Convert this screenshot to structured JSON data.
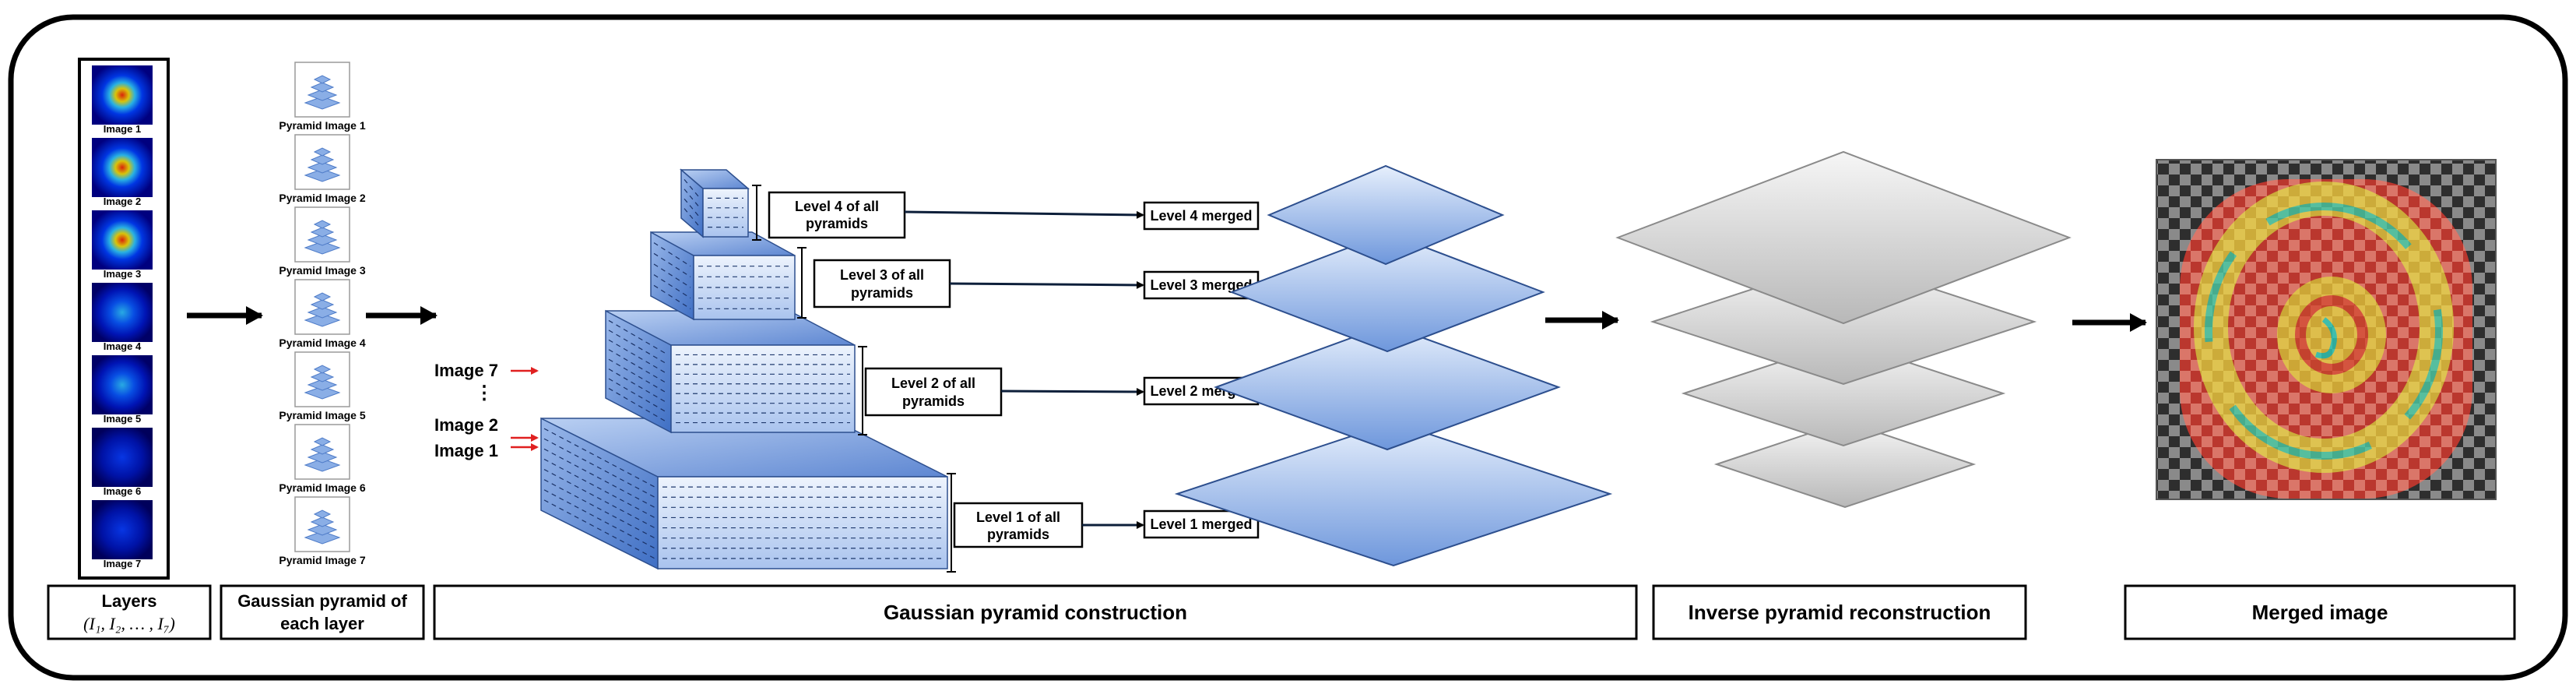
{
  "layers": {
    "images": [
      "Image 1",
      "Image 2",
      "Image 3",
      "Image 4",
      "Image 5",
      "Image 6",
      "Image 7"
    ],
    "label": "Layers",
    "formula": "(I₁, I₂, … , I₇)"
  },
  "pyramids": {
    "items": [
      "Pyramid Image 1",
      "Pyramid Image 2",
      "Pyramid Image 3",
      "Pyramid Image 4",
      "Pyramid Image 5",
      "Pyramid Image 6",
      "Pyramid Image 7"
    ],
    "label_line1": "Gaussian pyramid of",
    "label_line2": "each layer"
  },
  "construction": {
    "stack_labels": {
      "image7": "Image 7",
      "dots": "⋮",
      "image2": "Image 2",
      "image1": "Image 1"
    },
    "levels": [
      {
        "line1": "Level 4 of all",
        "line2": "pyramids",
        "merged": "Level 4 merged"
      },
      {
        "line1": "Level 3 of all",
        "line2": "pyramids",
        "merged": "Level 3 merged"
      },
      {
        "line1": "Level 2 of all",
        "line2": "pyramids",
        "merged": "Level 2 merged"
      },
      {
        "line1": "Level 1 of all",
        "line2": "pyramids",
        "merged": "Level 1 merged"
      }
    ],
    "label": "Gaussian pyramid construction"
  },
  "reconstruction": {
    "label": "Inverse pyramid reconstruction"
  },
  "merged": {
    "label": "Merged image"
  },
  "colors": {
    "border": "#000000",
    "blue_light": "#e4eefb",
    "blue_dark": "#6f96d8",
    "gray_light": "#f4f4f4",
    "gray_dark": "#bdbdbd",
    "red_arrow": "#e02020"
  }
}
